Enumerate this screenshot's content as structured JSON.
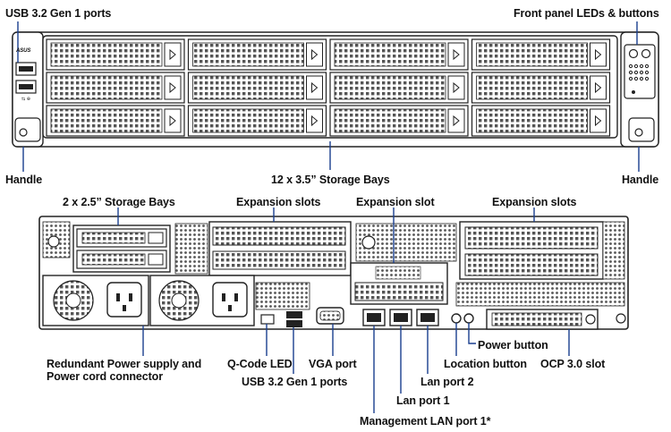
{
  "front": {
    "usb_label": "USB 3.2 Gen 1 ports",
    "leds_label": "Front panel LEDs & buttons",
    "handle_left": "Handle",
    "handle_right": "Handle",
    "bays_label": "12 x 3.5” Storage Bays",
    "logo_text": "ASUS"
  },
  "rear": {
    "bays_label": "2 x 2.5” Storage Bays",
    "expansion_slots_left": "Expansion slots",
    "expansion_slot_mid": "Expansion slot",
    "expansion_slots_right": "Expansion slots",
    "psu_label_1": "Redundant Power supply and",
    "psu_label_2": "Power cord connector",
    "qcode_label": "Q-Code LED",
    "vga_label": "VGA port",
    "usb_label": "USB 3.2 Gen 1 ports",
    "power_button": "Power button",
    "location_button": "Location button",
    "ocp_label": "OCP 3.0 slot",
    "lan2": "Lan port 2",
    "lan1": "Lan port 1",
    "mgmt_lan": "Management LAN port 1*"
  },
  "colors": {
    "leader": "#1a3f8f",
    "outline": "#222222"
  }
}
